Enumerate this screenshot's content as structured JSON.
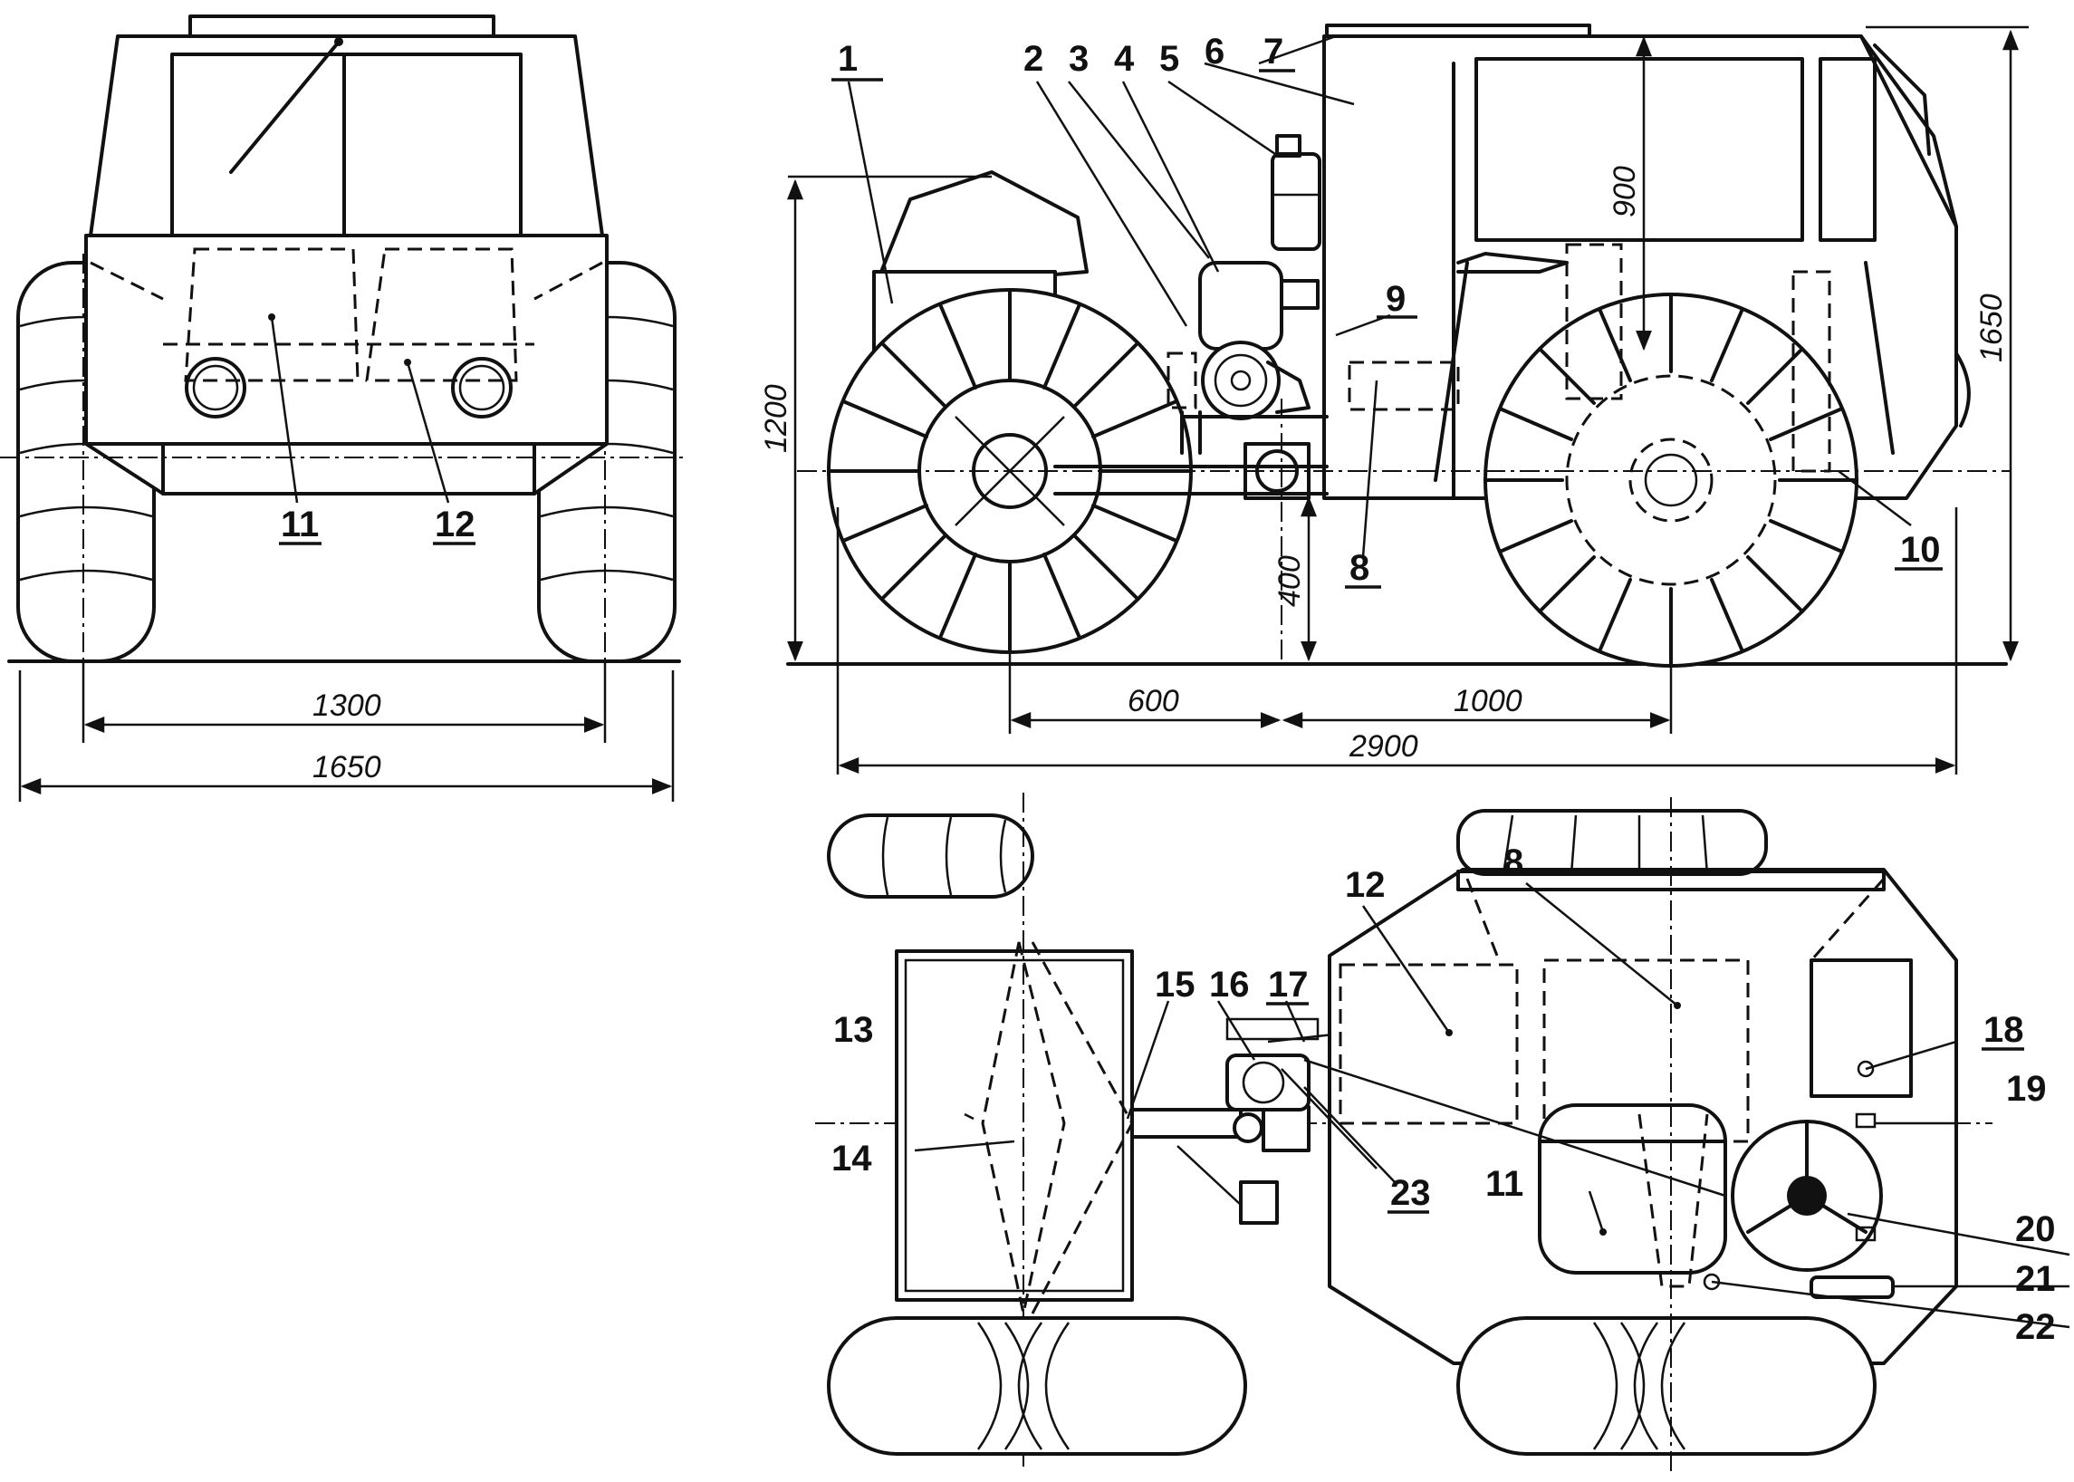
{
  "callouts": {
    "c1": "1",
    "c2": "2",
    "c3": "3",
    "c4": "4",
    "c5": "5",
    "c6": "6",
    "c7": "7",
    "c8": "8",
    "c9": "9",
    "c10": "10",
    "c11": "11",
    "c12": "12",
    "c13": "13",
    "c14": "14",
    "c15": "15",
    "c16": "16",
    "c17": "17",
    "c18": "18",
    "c19": "19",
    "c20": "20",
    "c21": "21",
    "c22": "22",
    "c23": "23"
  },
  "dimensions": {
    "front_track": "1300",
    "front_width": "1650",
    "side_height_1200": "1200",
    "side_height_1650": "1650",
    "side_900": "900",
    "side_400": "400",
    "side_600": "600",
    "side_1000": "1000",
    "side_length": "2900"
  }
}
